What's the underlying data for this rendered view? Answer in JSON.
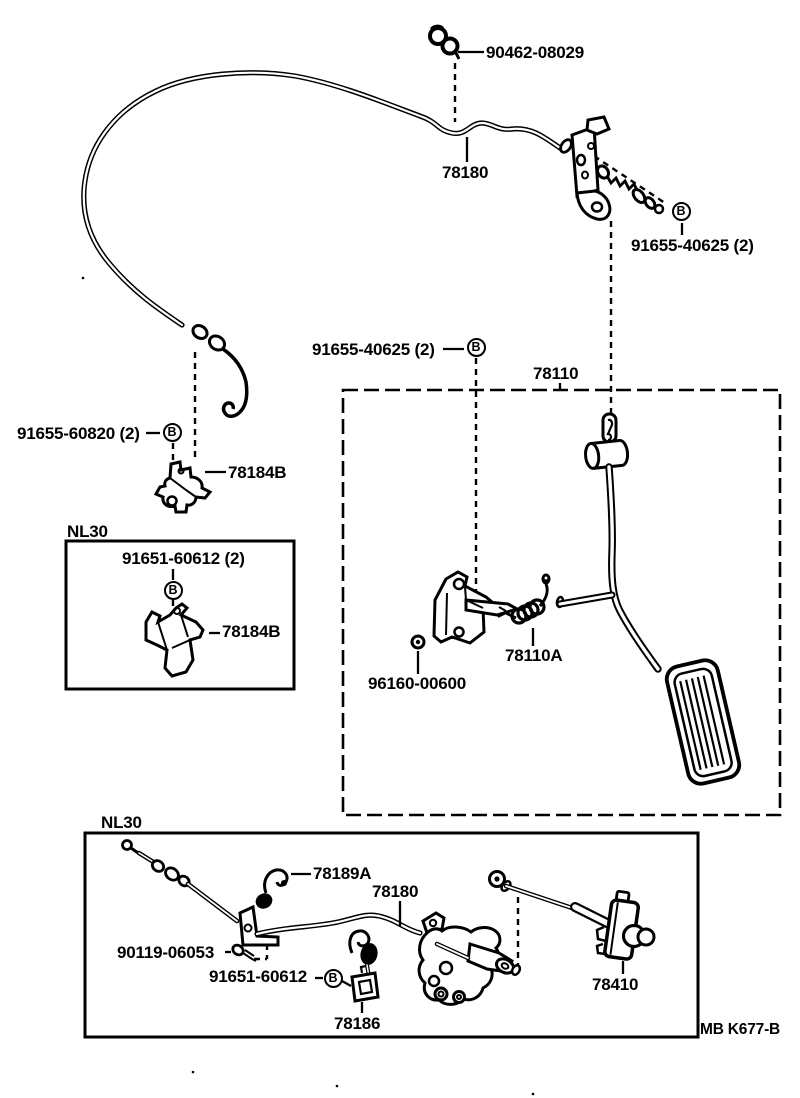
{
  "diagram": {
    "title_code": "MB K677-B",
    "model_tag": "NL30",
    "callout_letter": "B",
    "background_color": "#ffffff",
    "line_color": "#000000"
  },
  "labels": {
    "cable_clamp": "90462-08029",
    "accel_cable_upper": "78180",
    "nut_upper_right": "91655-40625 (2)",
    "nut_middle": "91655-40625 (2)",
    "pedal_assembly": "78110",
    "nut_upper_left": "91655-60820 (2)",
    "pedal_bracket_upper": "78184B",
    "bolt_nl30_box": "91651-60612 (2)",
    "pedal_bracket_nl30": "78184B",
    "grommet": "96160-00600",
    "pedal_spring": "78110A",
    "cable_hook": "78189A",
    "accel_cable_lower": "78180",
    "bolt_lower_left": "90119-06053",
    "bolt_lower_middle": "91651-60612",
    "cable_clip_lower": "78186",
    "dashpot": "78410"
  }
}
